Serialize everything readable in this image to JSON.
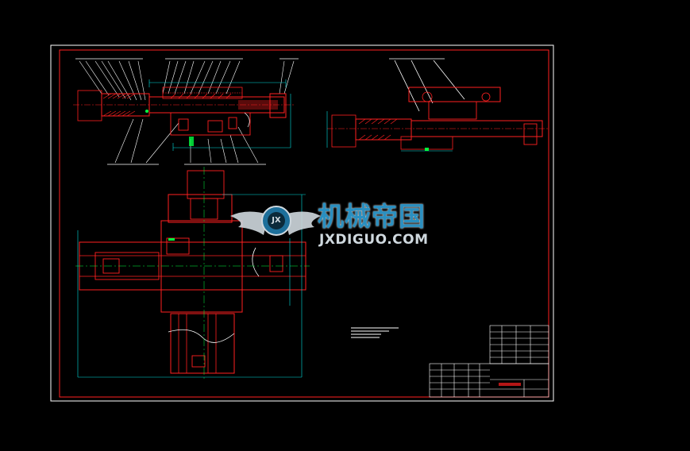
{
  "drawing": {
    "background": "#000000",
    "line_color": "#ff2020",
    "dim_color": "#00e0e0",
    "white_color": "#ffffff",
    "accent_green": "#00ff40"
  },
  "watermark": {
    "cn_text": "机械帝国",
    "en_text": "JXDIGUO.COM",
    "logo_letters": "JX",
    "color_cn": "#2a8fc0",
    "color_en": "#cfd8de"
  }
}
